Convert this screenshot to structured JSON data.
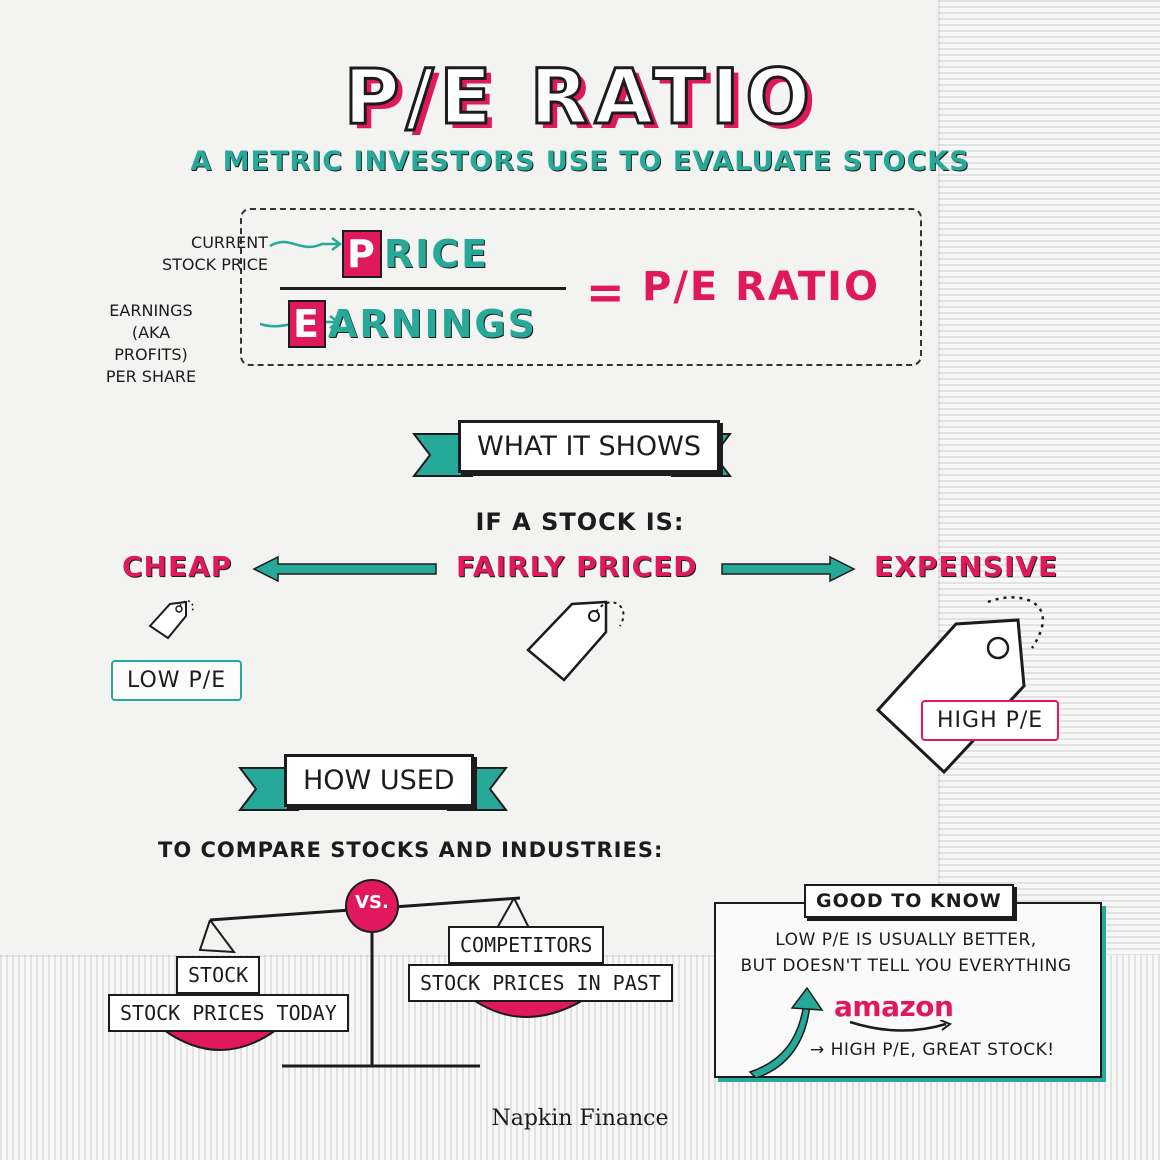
{
  "title": "P/E RATIO",
  "subtitle": "A METRIC INVESTORS USE TO EVALUATE STOCKS",
  "formula": {
    "note_price_line1": "CURRENT",
    "note_price_line2": "STOCK PRICE",
    "note_earnings_line1": "EARNINGS",
    "note_earnings_line2": "(AKA PROFITS)",
    "note_earnings_line3": "PER SHARE",
    "price_initial": "P",
    "price_rest": "RICE",
    "earnings_initial": "E",
    "earnings_rest": "ARNINGS",
    "equals": "=",
    "result": "P/E RATIO"
  },
  "what_it_shows": {
    "banner": "WHAT IT SHOWS",
    "lead": "IF A STOCK IS:",
    "cheap": "CHEAP",
    "fair": "FAIRLY PRICED",
    "expensive": "EXPENSIVE",
    "low_pe": "LOW P/E",
    "high_pe": "HIGH P/E"
  },
  "how_used": {
    "banner": "HOW USED",
    "lead": "TO COMPARE STOCKS AND INDUSTRIES:",
    "vs": "VS.",
    "left_top": "STOCK",
    "left_bottom": "STOCK PRICES TODAY",
    "right_top": "COMPETITORS",
    "right_bottom": "STOCK PRICES IN PAST"
  },
  "good_to_know": {
    "title": "GOOD TO KNOW",
    "line1": "LOW P/E IS USUALLY BETTER,",
    "line2": "BUT DOESN'T TELL YOU EVERYTHING",
    "brand": "amazon",
    "note": "→ HIGH P/E, GREAT STOCK!"
  },
  "footer": "Napkin Finance",
  "colors": {
    "teal": "#27a99a",
    "pink": "#e0195f",
    "ink": "#1c1c1c",
    "napkin": "#f3f3f2"
  }
}
